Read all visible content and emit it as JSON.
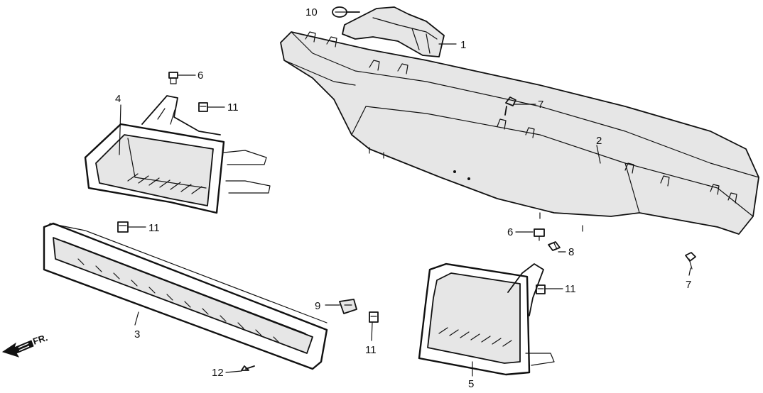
{
  "diagram": {
    "callouts": {
      "c1": "1",
      "c2": "2",
      "c3": "3",
      "c4": "4",
      "c5": "5",
      "c6a": "6",
      "c6b": "6",
      "c7a": "7",
      "c7b": "7",
      "c8": "8",
      "c9": "9",
      "c10": "10",
      "c11a": "11",
      "c11b": "11",
      "c11c": "11",
      "c11d": "11",
      "c12": "12"
    },
    "front_label": "FR."
  }
}
